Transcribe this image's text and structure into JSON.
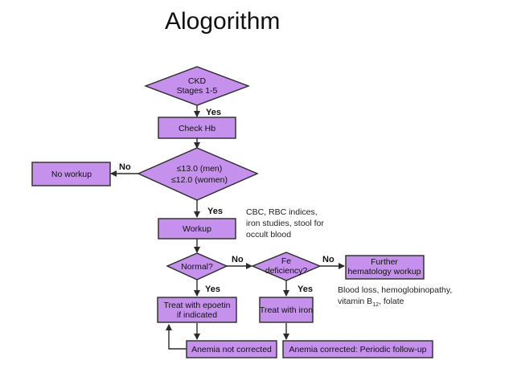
{
  "title": "Alogorithm",
  "nodes": {
    "ckd": [
      "CKD",
      "Stages 1-5"
    ],
    "check_hb": [
      "Check Hb"
    ],
    "hb_decision": [
      "≤13.0 (men)",
      "≤12.0 (women)"
    ],
    "no_workup": [
      "No workup"
    ],
    "workup": [
      "Workup"
    ],
    "normal": [
      "Normal?"
    ],
    "fe_deficiency": [
      "Fe",
      "deficiency?"
    ],
    "further_workup": [
      "Further",
      "hematology workup"
    ],
    "treat_epoetin": [
      "Treat with epoetin",
      "if indicated"
    ],
    "treat_iron": [
      "Treat with iron"
    ],
    "anemia_not_corrected": [
      "Anemia not corrected"
    ],
    "anemia_corrected": [
      "Anemia corrected: Periodic follow-up"
    ]
  },
  "edges": {
    "yes": "Yes",
    "no": "No"
  },
  "notes": {
    "workup_note": [
      "CBC, RBC indices,",
      "iron studies, stool for",
      "occult blood"
    ],
    "further_note_1": "Blood loss, hemoglobinopathy,",
    "further_note_2_pre": "vitamin B",
    "further_note_2_sub": "12",
    "further_note_2_post": ", folate"
  },
  "colors": {
    "node_fill": "#c591ec",
    "stroke": "#2a2a2a"
  }
}
